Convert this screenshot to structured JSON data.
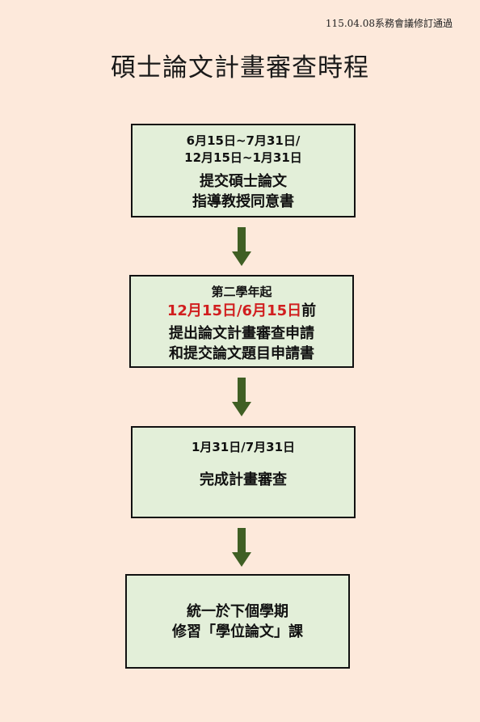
{
  "header": {
    "revision_note": "115.04.08系務會議修訂通過",
    "title": "碩士論文計畫審查時程"
  },
  "steps": [
    {
      "date_line1": "6月15日~7月31日/",
      "date_line2": "12月15日~1月31日",
      "action_line1": "提交碩士論文",
      "action_line2": "指導教授同意書"
    },
    {
      "condition": "第二學年起",
      "deadline_highlight": "12月15日/6月15日",
      "deadline_suffix": "前",
      "action_line1": "提出論文計畫審查申請",
      "action_line2": "和提交論文題目申請書"
    },
    {
      "date": "1月31日/7月31日",
      "action": "完成計畫審查"
    },
    {
      "action_line1": "統一於下個學期",
      "action_line2": "修習「學位論文」課"
    }
  ],
  "colors": {
    "background": "#fde9db",
    "box_fill": "#e3efd9",
    "arrow": "#3f5f24",
    "highlight": "#d11f1f"
  },
  "icons": {
    "arrow": "down-arrow-icon"
  }
}
